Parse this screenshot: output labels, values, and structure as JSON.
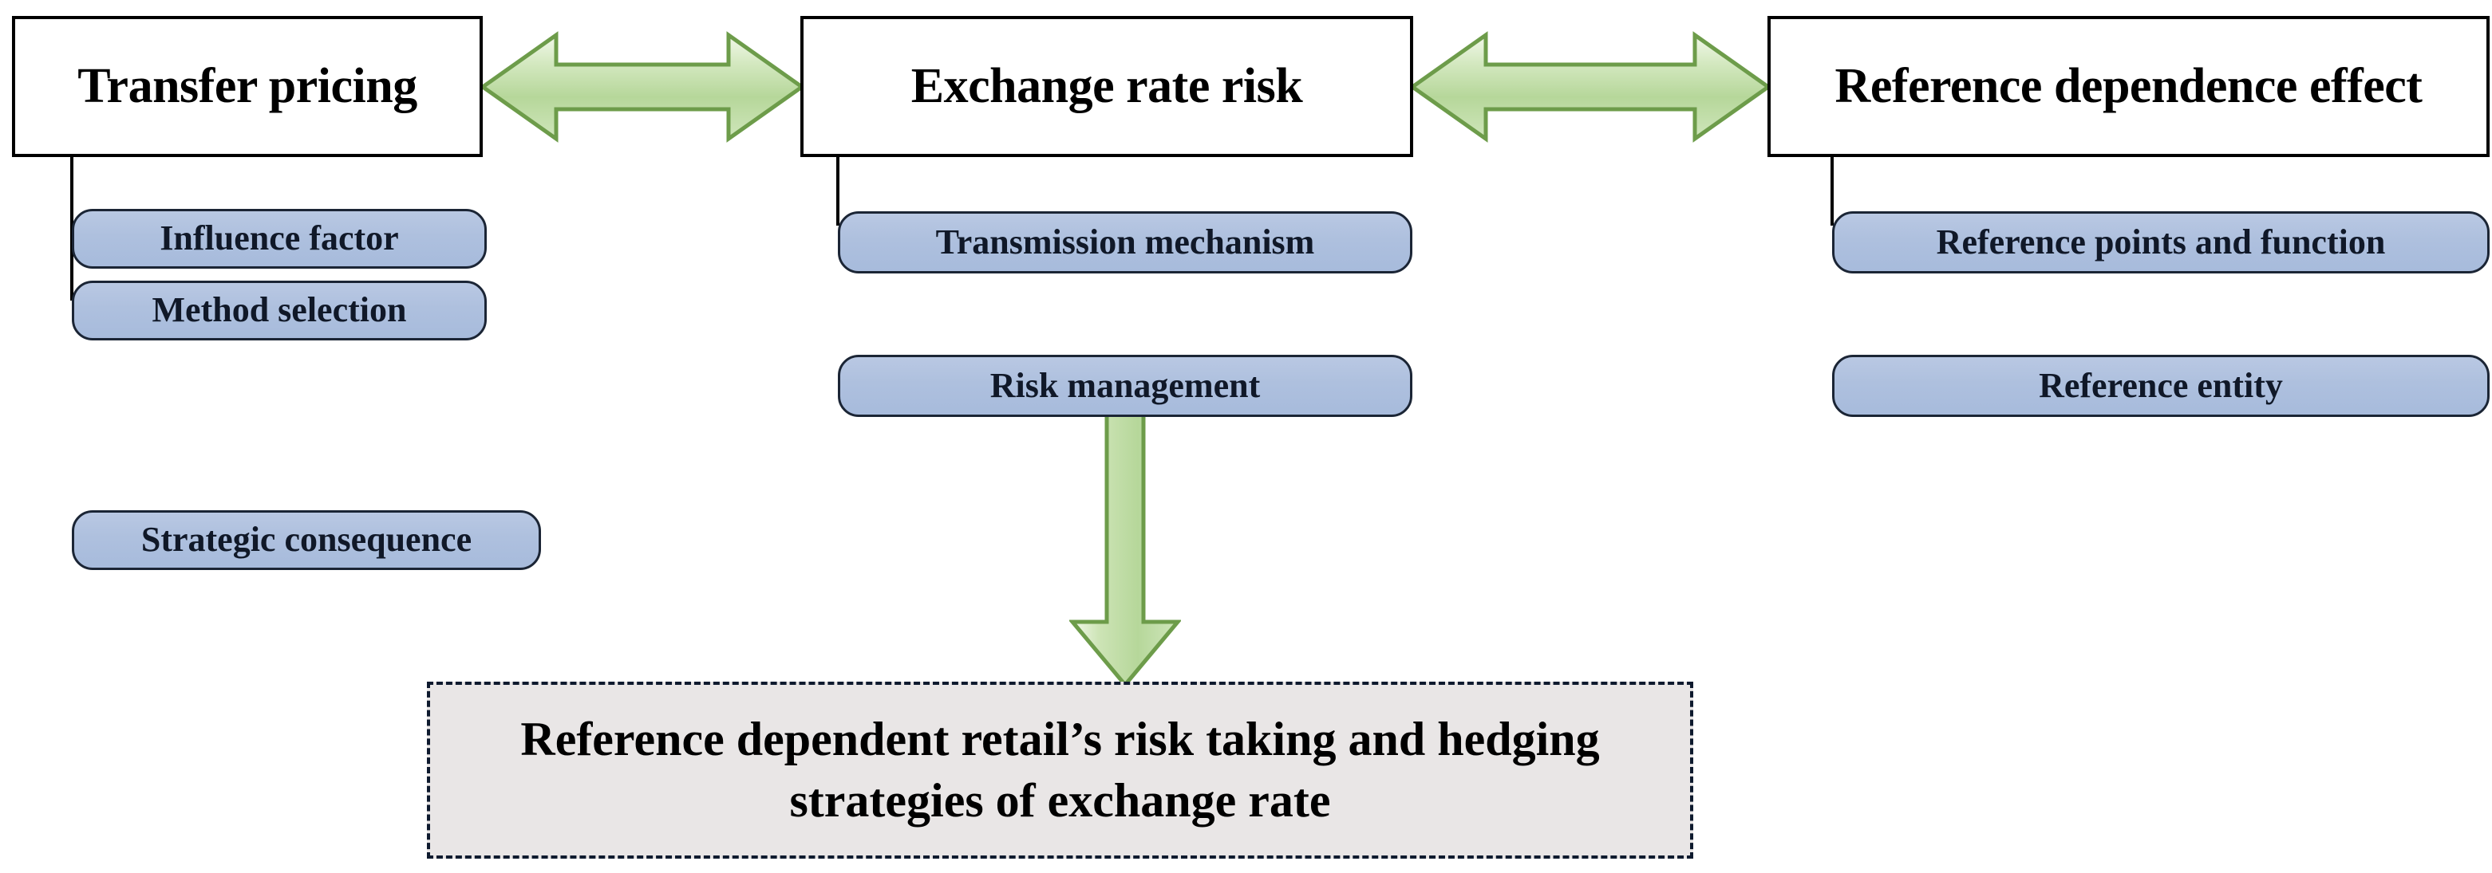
{
  "diagram": {
    "title": "Reference dependent retail's risk taking and hedging strategies of exchange rate framework",
    "colors": {
      "box_fill": "#ffffff",
      "box_border": "#000000",
      "sub_box_fill": "#aec0de",
      "sub_box_border": "#1b2535",
      "arrow_fill": "#b8d79c",
      "arrow_border": "#6d9c4a",
      "outcome_fill": "#e9e6e6",
      "outcome_border": "#0e1a2e",
      "text": "#000000"
    },
    "pillars": [
      {
        "id": "transfer-pricing",
        "label": "Transfer pricing",
        "children": [
          {
            "id": "influence-factor",
            "label": "Influence factor"
          },
          {
            "id": "method-selection",
            "label": "Method selection"
          },
          {
            "id": "strategic-consequence",
            "label": "Strategic consequence"
          }
        ]
      },
      {
        "id": "exchange-rate-risk",
        "label": "Exchange rate risk",
        "children": [
          {
            "id": "transmission-mechanism",
            "label": "Transmission mechanism"
          },
          {
            "id": "risk-management",
            "label": "Risk management"
          }
        ]
      },
      {
        "id": "reference-dependence-effect",
        "label": "Reference dependence effect",
        "children": [
          {
            "id": "reference-points-and-function",
            "label": "Reference points and function"
          },
          {
            "id": "reference-entity",
            "label": "Reference entity"
          }
        ]
      }
    ],
    "connectors": [
      {
        "id": "link-transfer-exchange",
        "type": "double-headed-arrow",
        "orientation": "horizontal",
        "from": "transfer-pricing",
        "to": "exchange-rate-risk"
      },
      {
        "id": "link-exchange-reference",
        "type": "double-headed-arrow",
        "orientation": "horizontal",
        "from": "exchange-rate-risk",
        "to": "reference-dependence-effect"
      },
      {
        "id": "link-risk-outcome",
        "type": "single-headed-arrow",
        "orientation": "vertical",
        "from": "risk-management",
        "to": "outcome"
      }
    ],
    "outcome": {
      "id": "outcome",
      "line1": "Reference dependent retail’s risk taking and hedging",
      "line2": "strategies of exchange rate"
    }
  }
}
